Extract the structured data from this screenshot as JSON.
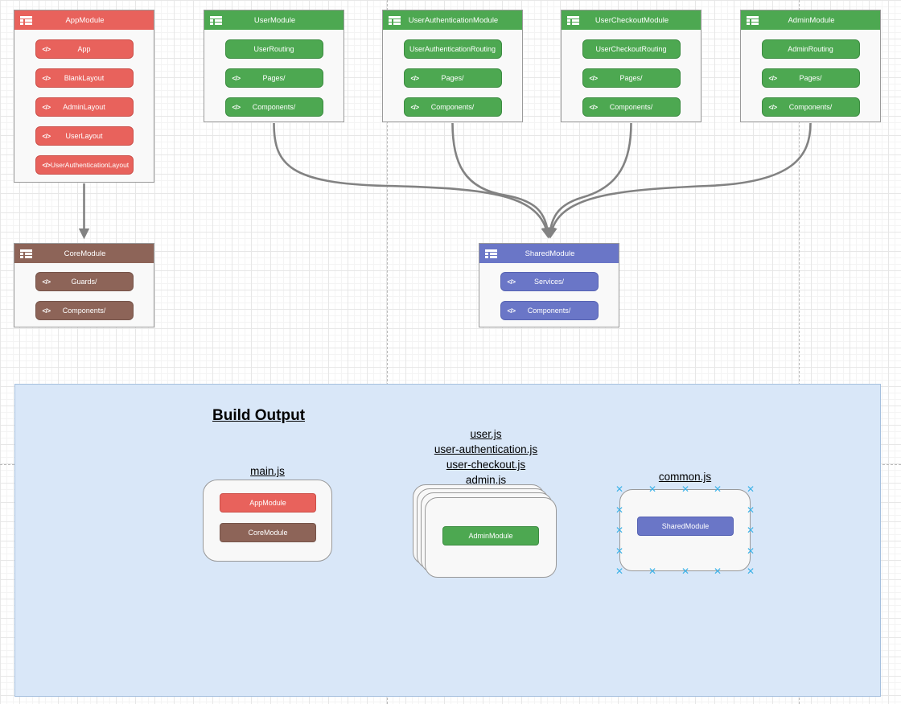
{
  "palette": {
    "red": "#e8625c",
    "green": "#4da851",
    "brown": "#8d6458",
    "blue": "#6a76c7",
    "arrow_gray": "#828282",
    "panel_blue": "#d9e7f8",
    "handle_cyan": "#3fb3e8"
  },
  "modules": [
    {
      "title": "AppModule",
      "color": "red",
      "items": [
        {
          "icon": "</>",
          "label": "App"
        },
        {
          "icon": "</>",
          "label": "BlankLayout"
        },
        {
          "icon": "</>",
          "label": "AdminLayout"
        },
        {
          "icon": "</>",
          "label": "UserLayout"
        },
        {
          "icon": "</>",
          "label": "UserAuthenticationLayout"
        }
      ]
    },
    {
      "title": "UserModule",
      "color": "green",
      "items": [
        {
          "icon": "",
          "label": "UserRouting"
        },
        {
          "icon": "</>",
          "label": "Pages/"
        },
        {
          "icon": "</>",
          "label": "Components/"
        }
      ]
    },
    {
      "title": "UserAuthenticationModule",
      "color": "green",
      "items": [
        {
          "icon": "",
          "label": "UserAuthenticationRouting"
        },
        {
          "icon": "</>",
          "label": "Pages/"
        },
        {
          "icon": "</>",
          "label": "Components/"
        }
      ]
    },
    {
      "title": "UserCheckoutModule",
      "color": "green",
      "items": [
        {
          "icon": "",
          "label": "UserCheckoutRouting"
        },
        {
          "icon": "</>",
          "label": "Pages/"
        },
        {
          "icon": "</>",
          "label": "Components/"
        }
      ]
    },
    {
      "title": "AdminModule",
      "color": "green",
      "items": [
        {
          "icon": "",
          "label": "AdminRouting"
        },
        {
          "icon": "</>",
          "label": "Pages/"
        },
        {
          "icon": "</>",
          "label": "Components/"
        }
      ]
    },
    {
      "title": "CoreModule",
      "color": "brown",
      "items": [
        {
          "icon": "</>",
          "label": "Guards/"
        },
        {
          "icon": "</>",
          "label": "Components/"
        }
      ]
    },
    {
      "title": "SharedModule",
      "color": "blue",
      "items": [
        {
          "icon": "</>",
          "label": "Services/"
        },
        {
          "icon": "</>",
          "label": "Components/"
        }
      ]
    }
  ],
  "build_output": {
    "title": "Build Output",
    "main_group": {
      "label": "main.js",
      "chips": [
        {
          "label": "AppModule",
          "color": "red"
        },
        {
          "label": "CoreModule",
          "color": "brown"
        }
      ]
    },
    "stack_group": {
      "labels": [
        "user.js",
        "user-authentication.js",
        "user-checkout.js",
        "admin.js"
      ],
      "chip": {
        "label": "AdminModule",
        "color": "green"
      }
    },
    "common_group": {
      "label": "common.js",
      "chip": {
        "label": "SharedModule",
        "color": "blue"
      }
    }
  }
}
